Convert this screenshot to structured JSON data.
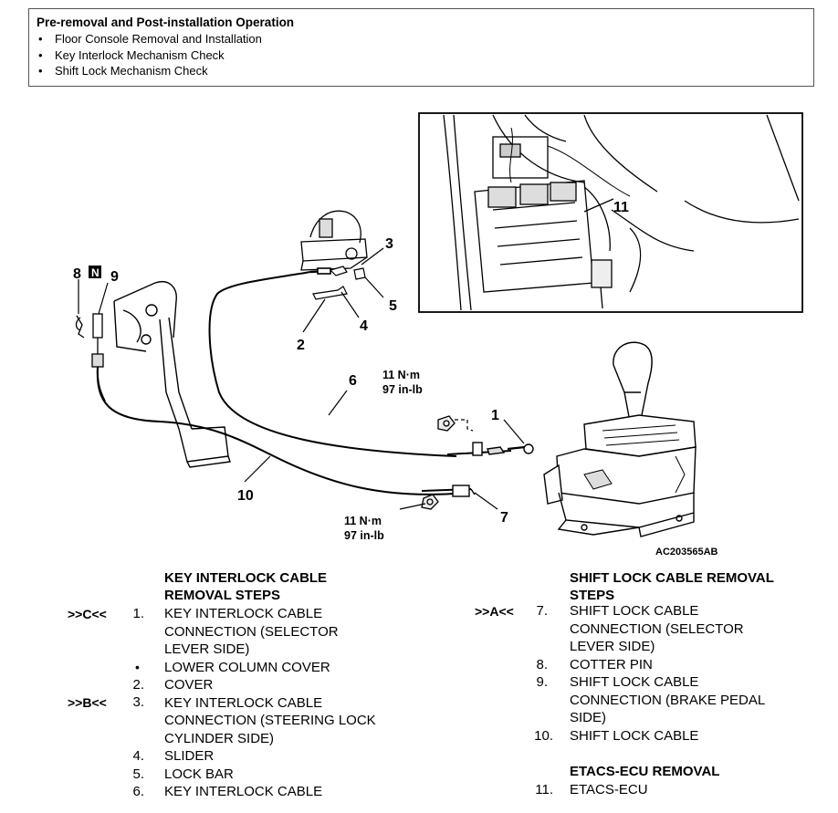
{
  "pre_box": {
    "title": "Pre-removal and Post-installation Operation",
    "items": [
      "Floor Console Removal and Installation",
      "Key Interlock Mechanism Check",
      "Shift Lock Mechanism Check"
    ]
  },
  "diagram": {
    "callouts": [
      "1",
      "2",
      "3",
      "4",
      "5",
      "6",
      "7",
      "8",
      "9",
      "10",
      "11"
    ],
    "n_badge": "N",
    "torque_upper": {
      "nm": "11 N·m",
      "inlb": "97 in-lb"
    },
    "torque_lower": {
      "nm": "11 N·m",
      "inlb": "97 in-lb"
    },
    "figure_code": "AC203565AB"
  },
  "key_interlock": {
    "heading_line1": "KEY INTERLOCK CABLE",
    "heading_line2": "REMOVAL STEPS",
    "steps": [
      {
        "tag": ">>C<<",
        "num": "1.",
        "lines": [
          "KEY INTERLOCK CABLE",
          "CONNECTION (SELECTOR",
          "LEVER SIDE)"
        ]
      },
      {
        "tag": "",
        "num": "•",
        "lines": [
          "LOWER COLUMN COVER"
        ]
      },
      {
        "tag": "",
        "num": "2.",
        "lines": [
          "COVER"
        ]
      },
      {
        "tag": ">>B<<",
        "num": "3.",
        "lines": [
          "KEY INTERLOCK CABLE",
          "CONNECTION (STEERING LOCK",
          "CYLINDER SIDE)"
        ]
      },
      {
        "tag": "",
        "num": "4.",
        "lines": [
          "SLIDER"
        ]
      },
      {
        "tag": "",
        "num": "5.",
        "lines": [
          "LOCK BAR"
        ]
      },
      {
        "tag": "",
        "num": "6.",
        "lines": [
          "KEY INTERLOCK CABLE"
        ]
      }
    ]
  },
  "shift_lock": {
    "heading_line1": "SHIFT LOCK CABLE REMOVAL",
    "heading_line2": "STEPS",
    "steps": [
      {
        "tag": ">>A<<",
        "num": "7.",
        "lines": [
          "SHIFT LOCK CABLE",
          "CONNECTION (SELECTOR",
          "LEVER SIDE)"
        ]
      },
      {
        "tag": "",
        "num": "8.",
        "lines": [
          "COTTER PIN"
        ]
      },
      {
        "tag": "",
        "num": "9.",
        "lines": [
          "SHIFT LOCK CABLE",
          "CONNECTION (BRAKE PEDAL",
          "SIDE)"
        ]
      },
      {
        "tag": "",
        "num": "10.",
        "lines": [
          "SHIFT LOCK CABLE"
        ]
      }
    ]
  },
  "etacs": {
    "heading": "ETACS-ECU REMOVAL",
    "steps": [
      {
        "tag": "",
        "num": "11.",
        "lines": [
          "ETACS-ECU"
        ]
      }
    ]
  }
}
